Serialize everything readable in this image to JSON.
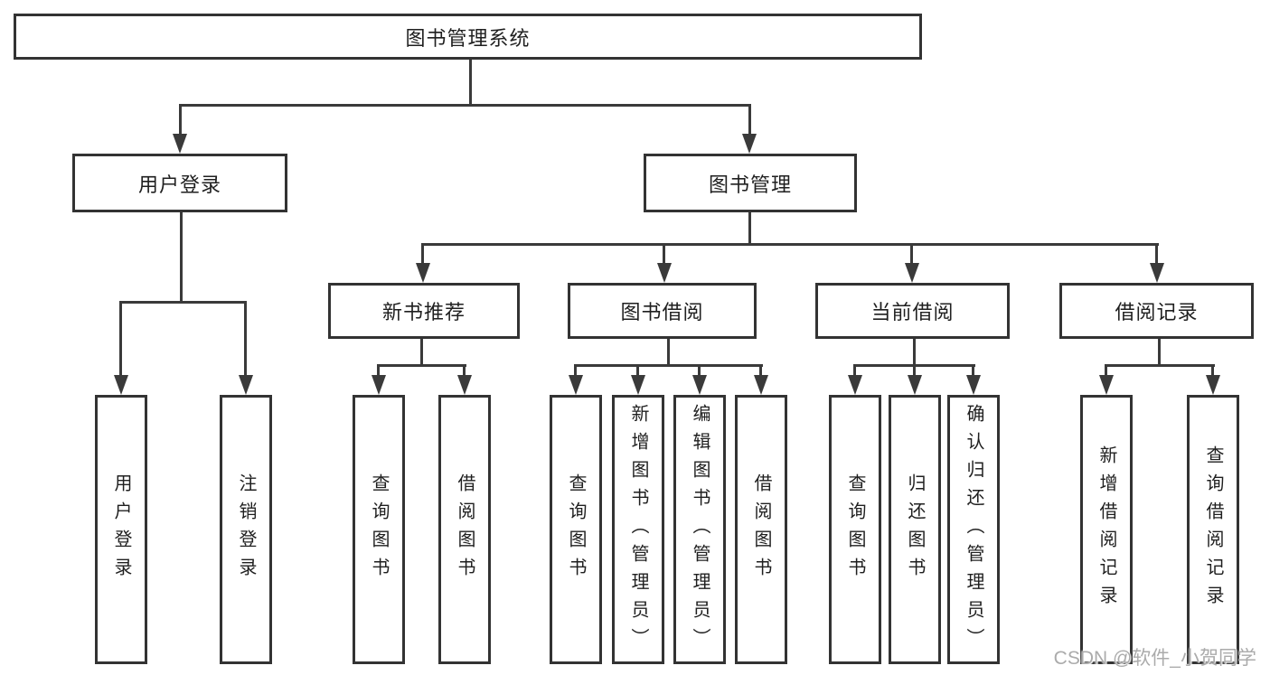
{
  "diagram": {
    "root": "图书管理系统",
    "branches": [
      {
        "label": "用户登录",
        "leaves": [
          "用户登录",
          "注销登录"
        ]
      },
      {
        "label": "图书管理",
        "groups": [
          {
            "label": "新书推荐",
            "leaves": [
              "查询图书",
              "借阅图书"
            ]
          },
          {
            "label": "图书借阅",
            "leaves": [
              "查询图书",
              "新增图书（管理员）",
              "编辑图书（管理员）",
              "借阅图书"
            ]
          },
          {
            "label": "当前借阅",
            "leaves": [
              "查询图书",
              "归还图书",
              "确认归还（管理员）"
            ]
          },
          {
            "label": "借阅记录",
            "leaves": [
              "新增借阅记录",
              "查询借阅记录"
            ]
          }
        ]
      }
    ]
  },
  "watermark": "CSDN @软件_小贺同学",
  "colors": {
    "background": "#ffffff",
    "line": "#3a3a3a",
    "box_border": "#333333",
    "box_fill": "#ffffff",
    "text": "#1f1f1f",
    "watermark": "#ababab"
  }
}
